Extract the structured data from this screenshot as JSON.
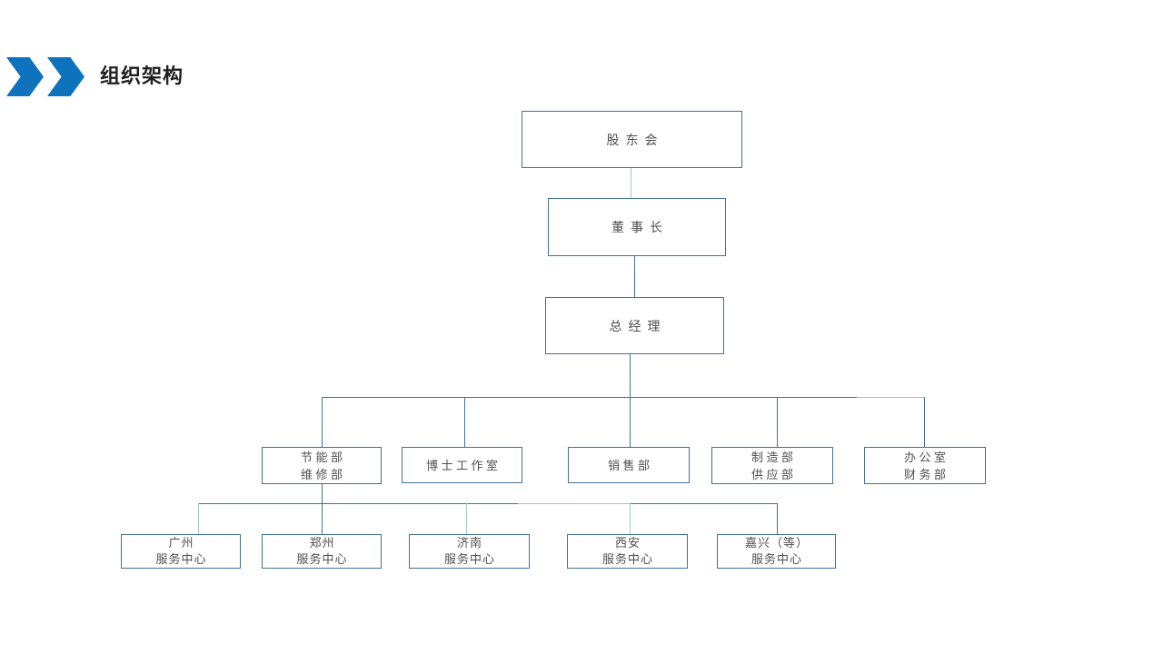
{
  "slide": {
    "title": "组织架构",
    "accent_color": "#0E72BC"
  },
  "org_chart": {
    "type": "org-hierarchy",
    "colors": {
      "box_border": "#41719C",
      "connector_dark": "#41719C",
      "connector_light": "#9DC3E6",
      "text": "#4F4F4F"
    },
    "root": {
      "label": "股东会"
    },
    "chairman": {
      "label": "董事长"
    },
    "gm": {
      "label": "总经理"
    },
    "departments": [
      {
        "lines": [
          "节能部",
          "维修部"
        ]
      },
      {
        "lines": [
          "博士工作室",
          ""
        ]
      },
      {
        "lines": [
          "销售部",
          ""
        ]
      },
      {
        "lines": [
          "制造部",
          "供应部"
        ]
      },
      {
        "lines": [
          "办公室",
          "财务部"
        ]
      }
    ],
    "service_centers": [
      {
        "lines": [
          "广州",
          "服务中心"
        ]
      },
      {
        "lines": [
          "郑州",
          "服务中心"
        ]
      },
      {
        "lines": [
          "济南",
          "服务中心"
        ]
      },
      {
        "lines": [
          "西安",
          "服务中心"
        ]
      },
      {
        "lines": [
          "嘉兴（等）",
          "服务中心"
        ]
      }
    ],
    "hierarchy_note": "股东会 > 董事长 > 总经理 > 5个部门; 节能部/维修部 > 5个服务中心"
  }
}
